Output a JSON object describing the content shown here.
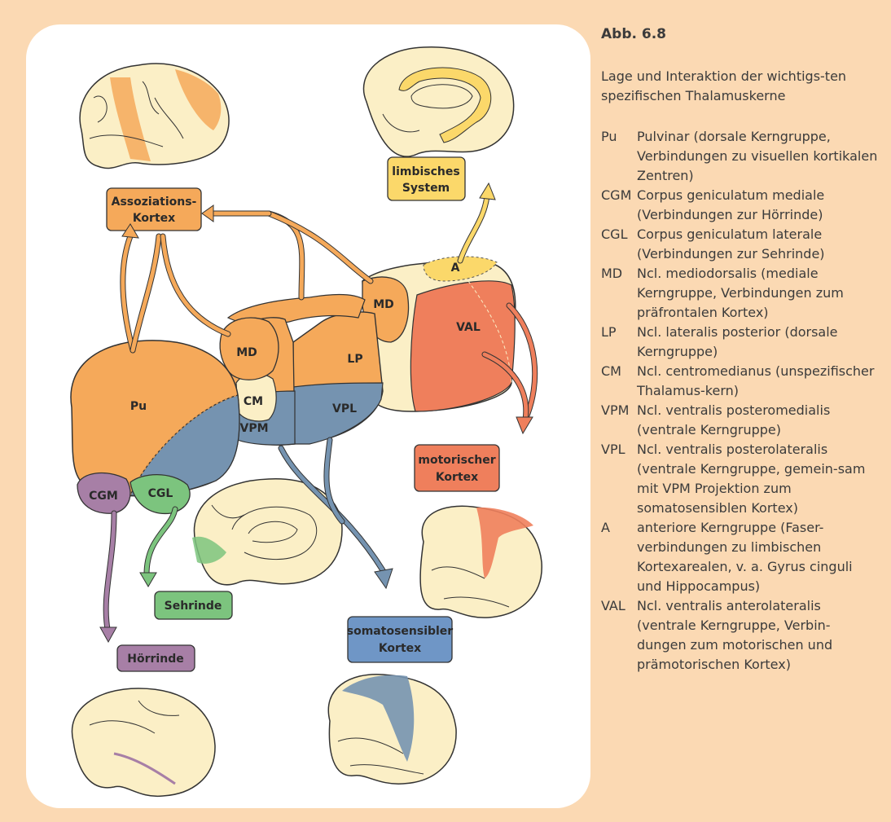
{
  "caption": {
    "figure_number": "Abb. 6.8",
    "description": "Lage und Interaktion der wichtigs-ten spezifischen Thalamuskerne"
  },
  "legend": [
    {
      "abbr": "Pu",
      "text": "Pulvinar (dorsale Kerngruppe, Verbindungen zu visuellen kortikalen Zentren)"
    },
    {
      "abbr": "CGM",
      "text": "Corpus geniculatum mediale (Verbindungen zur Hörrinde)"
    },
    {
      "abbr": "CGL",
      "text": "Corpus geniculatum laterale (Verbindungen zur Sehrinde)"
    },
    {
      "abbr": "MD",
      "text": "Ncl. mediodorsalis (mediale Kerngruppe, Verbindungen zum präfrontalen Kortex)"
    },
    {
      "abbr": "LP",
      "text": "Ncl. lateralis posterior (dorsale Kerngruppe)"
    },
    {
      "abbr": "CM",
      "text": "Ncl. centromedianus (unspezifischer Thalamus-kern)"
    },
    {
      "abbr": "VPM",
      "text": "Ncl. ventralis posteromedialis (ventrale Kerngruppe)"
    },
    {
      "abbr": "VPL",
      "text": "Ncl. ventralis posterolateralis (ventrale Kerngruppe, gemein-sam mit VPM Projektion zum somatosensiblen Kortex)"
    },
    {
      "abbr": "A",
      "text": "anteriore Kerngruppe (Faser-verbindungen zu limbischen Kortexarealen, v. a. Gyrus cinguli und Hippocampus)"
    },
    {
      "abbr": "VAL",
      "text": "Ncl. ventralis anterolateralis (ventrale Kerngruppe, Verbin-dungen zum motorischen und prämotorischen Kortex)"
    }
  ],
  "nuclei": {
    "pu": "Pu",
    "md_left": "MD",
    "md_right": "MD",
    "lp": "LP",
    "cm": "CM",
    "vpm": "VPM",
    "vpl": "VPL",
    "val": "VAL",
    "a": "A",
    "cgm": "CGM",
    "cgl": "CGL"
  },
  "targets": {
    "assoc_1": "Assoziations-",
    "assoc_2": "Kortex",
    "limbic_1": "limbisches",
    "limbic_2": "System",
    "motor_1": "motorischer",
    "motor_2": "Kortex",
    "somato_1": "somatosensibler",
    "somato_2": "Kortex",
    "sehrinde": "Sehrinde",
    "hoerrinde": "Hörrinde"
  },
  "colors": {
    "orange": "#f5a95a",
    "blue": "#7593b0",
    "red_orange": "#ef7f5c",
    "yellow": "#fbd86a",
    "green": "#7cc47e",
    "purple": "#a77fa6",
    "brain": "#fbefc6",
    "background": "#fbd9b3"
  }
}
